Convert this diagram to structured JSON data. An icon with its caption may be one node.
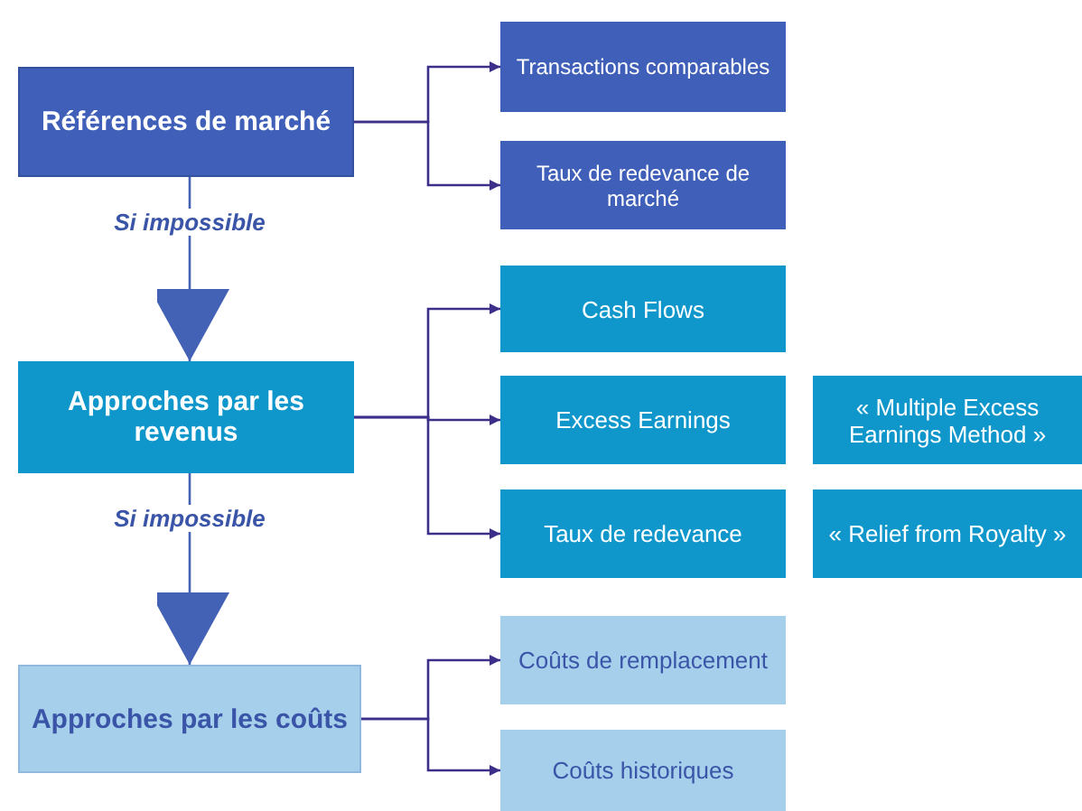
{
  "diagram": {
    "nodes": [
      {
        "text": [
          "Références de marché"
        ]
      },
      {
        "text": [
          "Transactions comparables"
        ]
      },
      {
        "text": [
          "Taux de redevance de marché"
        ]
      },
      {
        "text": [
          "Approches par les revenus"
        ]
      },
      {
        "text": [
          "Cash Flows"
        ]
      },
      {
        "text": [
          "Excess Earnings"
        ]
      },
      {
        "text": [
          "Taux de redevance"
        ]
      },
      {
        "text": [
          "« Multiple Excess Earnings Method »"
        ]
      },
      {
        "text": [
          "« Relief from Royalty »"
        ]
      },
      {
        "text": [
          "Approches par les coûts"
        ]
      },
      {
        "text": [
          "Coûts de remplacement"
        ]
      },
      {
        "text": [
          "Coûts historiques"
        ]
      }
    ],
    "edges": [
      {
        "from": 0,
        "to": 1,
        "arrow": "to"
      },
      {
        "from": 0,
        "to": 2,
        "arrow": "to"
      },
      {
        "from": 0,
        "to": 3,
        "arrow": "to",
        "label": "Si impossible"
      },
      {
        "from": 3,
        "to": 4,
        "arrow": "to"
      },
      {
        "from": 3,
        "to": 5,
        "arrow": "to"
      },
      {
        "from": 3,
        "to": 6,
        "arrow": "to"
      },
      {
        "from": 3,
        "to": 9,
        "arrow": "to",
        "label": "Si impossible"
      },
      {
        "from": 9,
        "to": 10,
        "arrow": "to"
      },
      {
        "from": 9,
        "to": 11,
        "arrow": "to"
      }
    ]
  }
}
